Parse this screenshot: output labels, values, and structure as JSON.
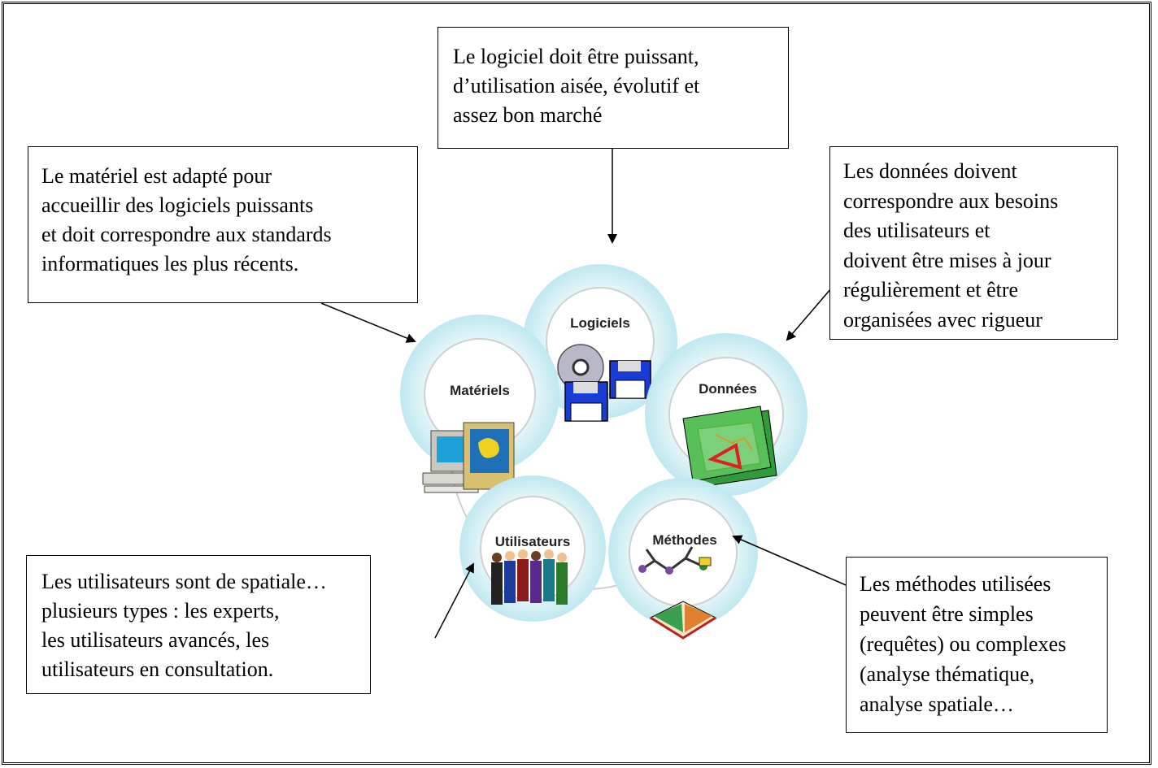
{
  "nodes": [
    {
      "id": "logiciels",
      "label": "Logiciels",
      "icon": "cd-disk-icon"
    },
    {
      "id": "materiels",
      "label": "Matériels",
      "icon": "computer-icon"
    },
    {
      "id": "donnees",
      "label": "Données",
      "icon": "map-stack-icon"
    },
    {
      "id": "utilisateurs",
      "label": "Utilisateurs",
      "icon": "people-icon"
    },
    {
      "id": "methodes",
      "label": "Méthodes",
      "icon": "book-network-icon"
    }
  ],
  "boxes": {
    "logiciels": [
      "Le logiciel doit être puissant,",
      "d’utilisation aisée, évolutif et",
      "assez bon marché"
    ],
    "materiels": [
      "Le matériel est adapté pour",
      "accueillir des logiciels puissants",
      "et doit correspondre aux standards",
      "informatiques les plus récents."
    ],
    "donnees": [
      "Les données doivent",
      "correspondre aux besoins",
      "des utilisateurs et",
      "doivent être mises à jour",
      "régulièrement et être",
      "organisées avec rigueur"
    ],
    "utilisateurs": [
      "Les utilisateurs sont de spatiale…",
      "plusieurs types : les experts,",
      "les utilisateurs avancés, les",
      "utilisateurs en consultation."
    ],
    "methodes": [
      "Les méthodes utilisées",
      "peuvent être simples",
      "(requêtes) ou complexes",
      "(analyse thématique,",
      "analyse spatiale…"
    ]
  },
  "colors": {
    "bubble": "#d8f1f6",
    "ring": "#c9c9c9",
    "border": "#000000"
  }
}
